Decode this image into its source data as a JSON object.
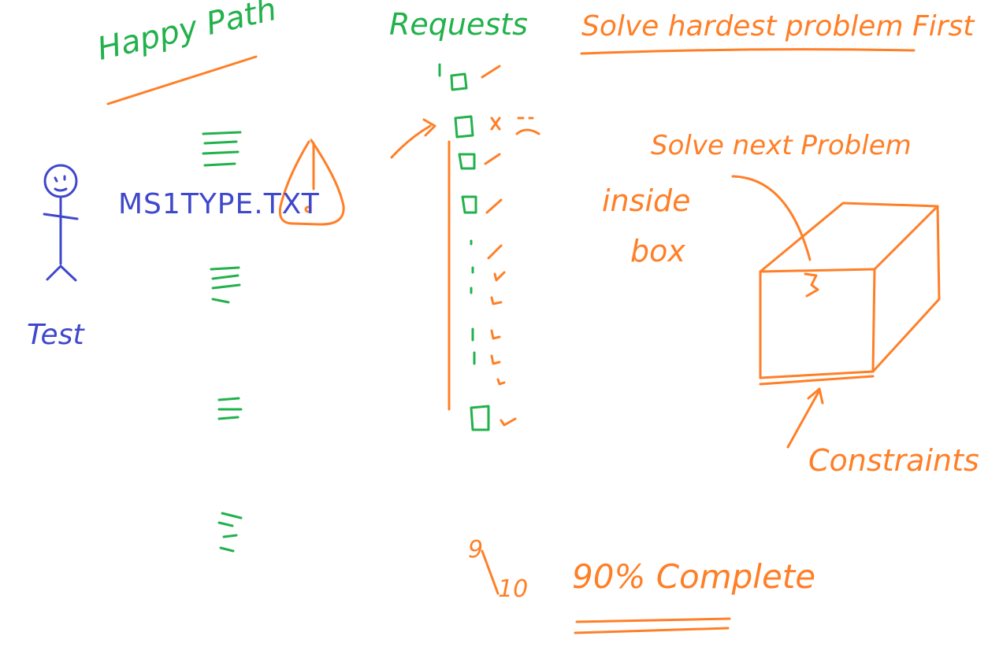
{
  "colors": {
    "green": "#22b14c",
    "orange": "#ff7f27",
    "blue": "#3f48cc"
  },
  "labels": {
    "happy_path": "Happy Path",
    "requests": "Requests",
    "solve_hardest": "Solve hardest problem First",
    "solve_next": "Solve next Problem",
    "inside_box": "inside",
    "inside_box_2": "box",
    "constraints": "Constraints",
    "test": "Test",
    "filename": "MS1TYPE.TXT",
    "fraction_num": "9",
    "fraction_den": "10",
    "percent_complete": "90% Complete"
  },
  "request_marks": {
    "ok": "✓",
    "fail": "×",
    "sad_face": ":("
  },
  "icons": {
    "stick_figure": "person-icon",
    "bag": "bag-icon",
    "cube": "cube-icon"
  }
}
